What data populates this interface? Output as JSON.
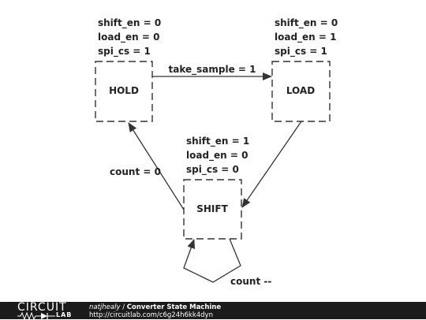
{
  "diagram": {
    "states": [
      {
        "id": "hold",
        "name": "HOLD",
        "outputs": [
          "shift_en = 0",
          "load_en = 0",
          "spi_cs = 1"
        ]
      },
      {
        "id": "load",
        "name": "LOAD",
        "outputs": [
          "shift_en = 0",
          "load_en = 1",
          "spi_cs = 1"
        ]
      },
      {
        "id": "shift",
        "name": "SHIFT",
        "outputs": [
          "shift_en = 1",
          "load_en = 0",
          "spi_cs = 0"
        ]
      }
    ],
    "transitions": [
      {
        "from": "hold",
        "to": "load",
        "label": "take_sample = 1"
      },
      {
        "from": "load",
        "to": "shift",
        "label": ""
      },
      {
        "from": "shift",
        "to": "hold",
        "label": "count = 0"
      },
      {
        "from": "shift",
        "to": "shift",
        "label": "count --"
      }
    ]
  },
  "footer": {
    "brand_top": "CIRCUIT",
    "brand_bottom": "LAB",
    "author": "natjhealy",
    "separator": " / ",
    "title": "Converter State Machine",
    "url": "http://circuitlab.com/c6g24h6kk4dyn"
  }
}
